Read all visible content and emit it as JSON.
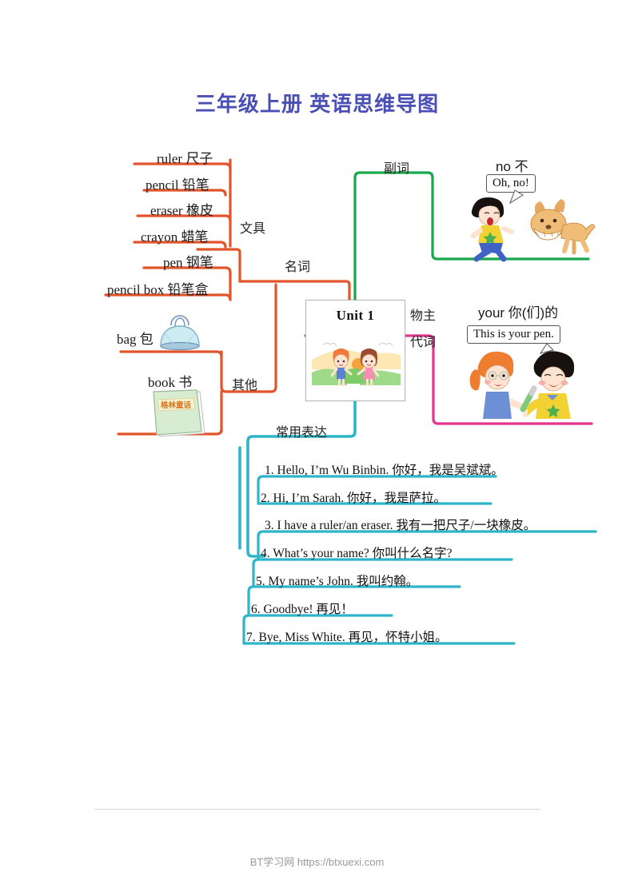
{
  "title": "三年级上册 英语思维导图",
  "center": {
    "label": "Unit 1"
  },
  "branches": {
    "noun": {
      "label": "名词",
      "color": "#e2552a"
    },
    "stationery": {
      "label": "文具",
      "color": "#e2552a"
    },
    "other": {
      "label": "其他",
      "color": "#e2552a"
    },
    "adverb": {
      "label": "副词",
      "color": "#17a84c"
    },
    "possessive": {
      "label_line1": "物主",
      "label_line2": "代词",
      "color": "#e8338e"
    },
    "expressions": {
      "label": "常用表达",
      "color": "#2eb5c9"
    }
  },
  "stationery_items": [
    {
      "text": "ruler 尺子"
    },
    {
      "text": "pencil 铅笔"
    },
    {
      "text": "eraser 橡皮"
    },
    {
      "text": "crayon 蜡笔"
    },
    {
      "text": "pen 钢笔"
    },
    {
      "text": "pencil box 铅笔盒"
    }
  ],
  "other_items": [
    {
      "text": "bag 包"
    },
    {
      "text": "book 书"
    }
  ],
  "book_cover_text": "格林童话",
  "adverb_word": {
    "text": "no 不",
    "bubble": "Oh, no!"
  },
  "possessive_word": {
    "text": "your 你(们)的",
    "bubble": "This is your pen."
  },
  "expressions": [
    "1. Hello, I’m Wu Binbin. 你好，我是吴斌斌。",
    "2. Hi, I’m Sarah. 你好，我是萨拉。",
    "3. I have a ruler/an eraser. 我有一把尺子/一块橡皮。",
    "4. What’s your name?  你叫什么名字?",
    "5. My name’s John. 我叫约翰。",
    "6. Goodbye! 再见！",
    "7. Bye, Miss White. 再见，怀特小姐。"
  ],
  "footer": "BT学习网 https://btxuexi.com"
}
